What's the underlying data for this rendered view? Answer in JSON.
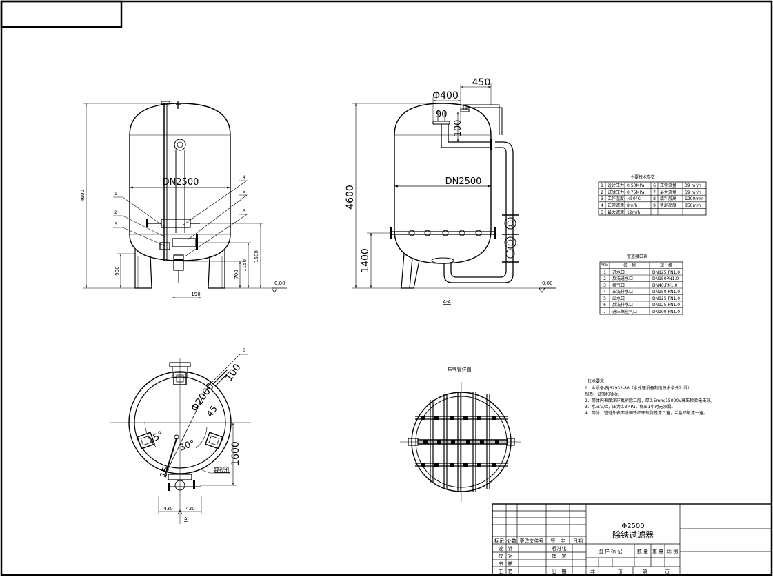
{
  "front_view": {
    "diameter": "DN2500",
    "dims": {
      "height_total": "4600",
      "support_height": "900",
      "d700": "700",
      "d1150": "1150",
      "d1600": "1600",
      "width_190": "190",
      "level": "0.00"
    },
    "callouts": [
      "1",
      "2",
      "3",
      "4",
      "5",
      "6"
    ]
  },
  "section_view": {
    "diameter": "DN2500",
    "dims": {
      "phi400": "Φ400",
      "d450": "450",
      "angle90": "90",
      "d100": "100",
      "height_total": "4600",
      "d1400": "1400",
      "level": "0.00"
    },
    "label": "A-A"
  },
  "top_view": {
    "dims": {
      "phi2000": "Φ2000",
      "d100": "100",
      "a45": "45",
      "a15a": "15°",
      "a30": "30°",
      "a15b": "15",
      "d1600": "1600",
      "w430a": "430",
      "w430b": "430",
      "callout6": "6"
    },
    "manhole_label": "窥视孔",
    "section_mark": "A"
  },
  "distributor_view": {
    "title": "布气管详图"
  },
  "main_params": {
    "title": "主要技术参数",
    "rows": [
      [
        "1",
        "设计压力",
        "0.50MPa",
        "6",
        "正常流量",
        "39 m³/h"
      ],
      [
        "2",
        "试验压力",
        "0.75MPa",
        "7",
        "最大流量",
        "59 m³/h"
      ],
      [
        "3",
        "工作温度",
        "<50°C",
        "8",
        "填料层高",
        "1200mm"
      ],
      [
        "4",
        "正常滤速",
        "8m/h",
        "9",
        "垫层高度",
        "850mm"
      ],
      [
        "5",
        "最大滤速",
        "12m/h",
        "",
        "",
        ""
      ]
    ]
  },
  "nozzle_table": {
    "title": "管道接口表",
    "headers": [
      "序号",
      "名　称",
      "规　格"
    ],
    "rows": [
      [
        "1",
        "进水口",
        "DN125,PN1.0"
      ],
      [
        "2",
        "反洗进水口",
        "DN150PN1.0"
      ],
      [
        "3",
        "排气口",
        "DN40,PN1.0"
      ],
      [
        "4",
        "正洗排水口",
        "DN150,PN1.0"
      ],
      [
        "5",
        "出水口",
        "DN125,PN1.0"
      ],
      [
        "6",
        "反洗排水口",
        "DN125,PN1.0"
      ],
      [
        "7",
        "进压缩空气口",
        "DN100,PN1.0"
      ]
    ]
  },
  "tech_req": {
    "title": "技术要求",
    "lines": [
      "1、本设备按JB2932-86《水处理设备制造技术条件》设计",
      "   制造、试验和验收。",
      "2、筒体内表面涂环氧树脂二层，厚0.5mm;15000V高压检验无击穿。",
      "3、水压试验，压力0.8MPa，保压1小时无渗漏。",
      "4、筒体，管道外表面涂刷铁红环氧防锈漆二遍，兰色环氧漆一遍。"
    ]
  },
  "title_block": {
    "product_dia": "Φ2500",
    "product_name": "除铁过滤器",
    "rev_headers": [
      "标记",
      "处数",
      "更改文件号",
      "签　字",
      "日期"
    ],
    "roles": [
      "设　计",
      "校　对",
      "审　核",
      "工　艺"
    ],
    "roles2": [
      "标准化",
      "审　定",
      "日　期"
    ],
    "marks": [
      "图 样 标 记",
      "数 量",
      "重 量",
      "比 例"
    ],
    "pages": [
      "共",
      "页",
      "第",
      "页"
    ]
  }
}
